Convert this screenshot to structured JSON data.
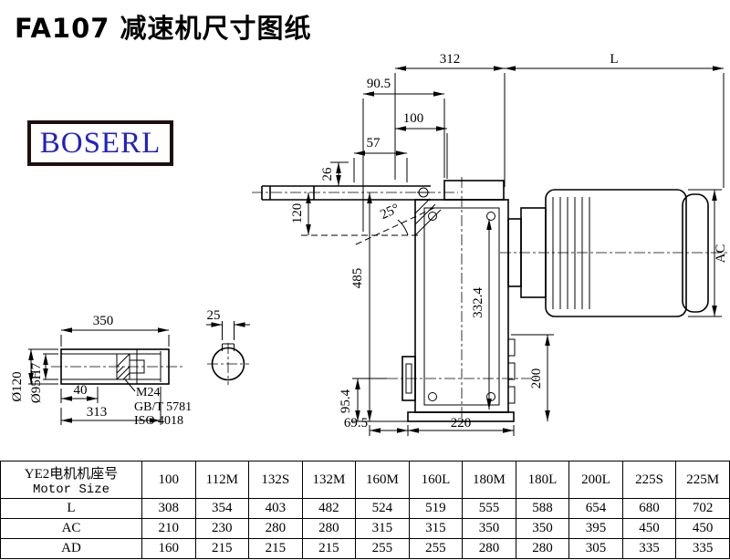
{
  "page": {
    "title": "FA107 减速机尺寸图纸"
  },
  "logo": {
    "text": "BOSERL"
  },
  "main": {
    "d312": "312",
    "dL": "L",
    "d90_5": "90.5",
    "d100": "100",
    "d57": "57",
    "d26": "26",
    "d120": "120",
    "d25deg": "25°",
    "d485": "485",
    "d332_4": "332.4",
    "dAC": "AC",
    "d200": "200",
    "d95_4": "95.4",
    "d69_5": "69.5",
    "d220": "220"
  },
  "shaft": {
    "d350": "350",
    "d25": "25",
    "dia120": "Ø120",
    "dia95": "Ø95H7",
    "d40": "40",
    "d313": "313",
    "m24": "M24",
    "gbt": "GB/T 5781",
    "iso": "ISO 4018"
  },
  "table": {
    "header_cn": "YE2电机机座号",
    "header_en": "Motor Size",
    "sizes": [
      "100",
      "112M",
      "132S",
      "132M",
      "160M",
      "160L",
      "180M",
      "180L",
      "200L",
      "225S",
      "225M"
    ],
    "row_L": {
      "label": "L",
      "values": [
        "308",
        "354",
        "403",
        "482",
        "524",
        "519",
        "555",
        "588",
        "654",
        "680",
        "702"
      ]
    },
    "row_AC": {
      "label": "AC",
      "values": [
        "210",
        "230",
        "280",
        "280",
        "315",
        "315",
        "350",
        "350",
        "395",
        "450",
        "450"
      ]
    },
    "row_AD": {
      "label": "AD",
      "values": [
        "160",
        "215",
        "215",
        "215",
        "255",
        "255",
        "280",
        "280",
        "305",
        "335",
        "335"
      ]
    }
  },
  "colors": {
    "logo_text": "#2222c0",
    "logo_border": "#1d0f10",
    "line": "#000000"
  }
}
